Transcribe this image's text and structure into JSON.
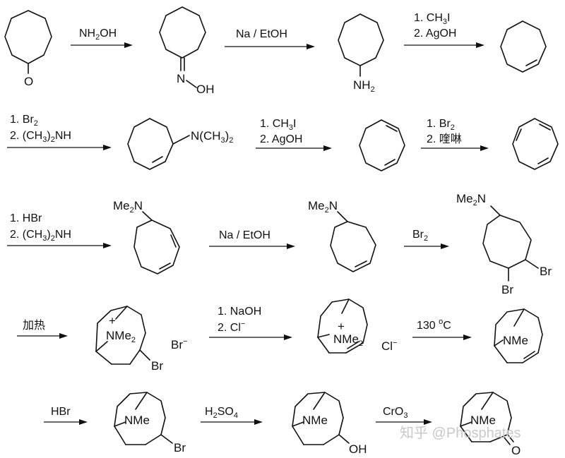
{
  "scheme": {
    "rows": [
      {
        "compounds": [
          {
            "name": "cycloheptanone",
            "labels": {
              "oxygen": "O"
            }
          },
          {
            "name": "cycloheptanone-oxime",
            "labels": {
              "n": "N",
              "oh": "OH"
            }
          },
          {
            "name": "cycloheptylamine",
            "labels": {
              "nh2_main": "NH",
              "nh2_sub": "2"
            }
          },
          {
            "name": "cycloheptene",
            "labels": {}
          }
        ],
        "arrows": [
          {
            "name": "arrow-1",
            "lines": [
              {
                "main": "NH",
                "sub": "2",
                "tail": "OH"
              }
            ]
          },
          {
            "name": "arrow-2",
            "lines": [
              {
                "main": "Na / EtOH"
              }
            ]
          },
          {
            "name": "arrow-3",
            "lines": [
              {
                "main": "1. CH",
                "sub": "3",
                "tail": "I"
              },
              {
                "main": "2. AgOH"
              }
            ]
          }
        ]
      },
      {
        "compounds": [
          {
            "name": "dimethylamino-cycloheptene",
            "labels": {
              "amine_a": "N(CH",
              "amine_sub": "3",
              "amine_b": ")",
              "amine_sub2": "2"
            }
          },
          {
            "name": "cycloheptadiene",
            "labels": {}
          },
          {
            "name": "cycloheptatriene",
            "labels": {}
          }
        ],
        "arrows": [
          {
            "name": "arrow-4",
            "lines": [
              {
                "main": "1. Br",
                "sub": "2"
              },
              {
                "main": "2. (CH",
                "sub": "3",
                "tail": ")",
                "sub2": "2",
                "tail2": "NH"
              }
            ]
          },
          {
            "name": "arrow-5",
            "lines": [
              {
                "main": "1. CH",
                "sub": "3",
                "tail": "I"
              },
              {
                "main": "2. AgOH"
              }
            ]
          },
          {
            "name": "arrow-6",
            "lines": [
              {
                "main": "1. Br",
                "sub": "2"
              },
              {
                "main": "2. 喹啉"
              }
            ]
          }
        ]
      },
      {
        "compounds": [
          {
            "name": "dimethylamino-cycloheptadiene",
            "labels": {
              "me2n_a": "Me",
              "me2n_sub": "2",
              "me2n_b": "N"
            }
          },
          {
            "name": "dimethylamino-cycloheptene-2",
            "labels": {
              "me2n_a": "Me",
              "me2n_sub": "2",
              "me2n_b": "N"
            }
          },
          {
            "name": "dibromo-dimethylamino-cycloheptane",
            "labels": {
              "me2n_a": "Me",
              "me2n_sub": "2",
              "me2n_b": "N",
              "br1": "Br",
              "br2": "Br"
            }
          }
        ],
        "arrows": [
          {
            "name": "arrow-7",
            "lines": [
              {
                "main": "1. HBr"
              },
              {
                "main": "2. (CH",
                "sub": "3",
                "tail": ")",
                "sub2": "2",
                "tail2": "NH"
              }
            ]
          },
          {
            "name": "arrow-8",
            "lines": [
              {
                "main": "Na / EtOH"
              }
            ]
          },
          {
            "name": "arrow-9",
            "lines": [
              {
                "main": "Br",
                "sub": "2"
              }
            ]
          }
        ]
      },
      {
        "compounds": [
          {
            "name": "bromo-tropanium-bromide",
            "labels": {
              "plus": "+",
              "nme2_a": "NMe",
              "nme2_sub": "2",
              "br": "Br",
              "counter_a": "Br",
              "counter_sup": "−"
            }
          },
          {
            "name": "tropenium-chloride",
            "labels": {
              "plus": "+",
              "nme2_a": "NMe",
              "nme2_sub": "2",
              "counter_a": "Cl",
              "counter_sup": "−"
            }
          },
          {
            "name": "tropidine",
            "labels": {
              "nme": "NMe"
            }
          }
        ],
        "arrows": [
          {
            "name": "arrow-10",
            "lines": [
              {
                "main": "加热"
              }
            ]
          },
          {
            "name": "arrow-11",
            "lines": [
              {
                "main": "1. NaOH"
              },
              {
                "main": "2. Cl",
                "sup": "−"
              }
            ]
          },
          {
            "name": "arrow-12",
            "lines": [
              {
                "main": "130 ",
                "sup": "o",
                "tail": "C"
              }
            ]
          }
        ]
      },
      {
        "compounds": [
          {
            "name": "bromotropane",
            "labels": {
              "nme": "NMe",
              "br": "Br"
            }
          },
          {
            "name": "tropine",
            "labels": {
              "nme": "NMe",
              "oh": "OH"
            }
          },
          {
            "name": "tropinone",
            "labels": {
              "nme": "NMe",
              "o": "O"
            }
          }
        ],
        "arrows": [
          {
            "name": "arrow-13",
            "lines": [
              {
                "main": "HBr"
              }
            ]
          },
          {
            "name": "arrow-14",
            "lines": [
              {
                "main": "H",
                "sub": "2",
                "tail": "SO",
                "sub2": "4"
              }
            ]
          },
          {
            "name": "arrow-15",
            "lines": [
              {
                "main": "CrO",
                "sub": "3"
              }
            ]
          }
        ]
      }
    ]
  },
  "watermark": "知乎 @Phosphates",
  "colors": {
    "ink": "#111111",
    "background": "#ffffff",
    "watermark": "#c9c9c9"
  }
}
